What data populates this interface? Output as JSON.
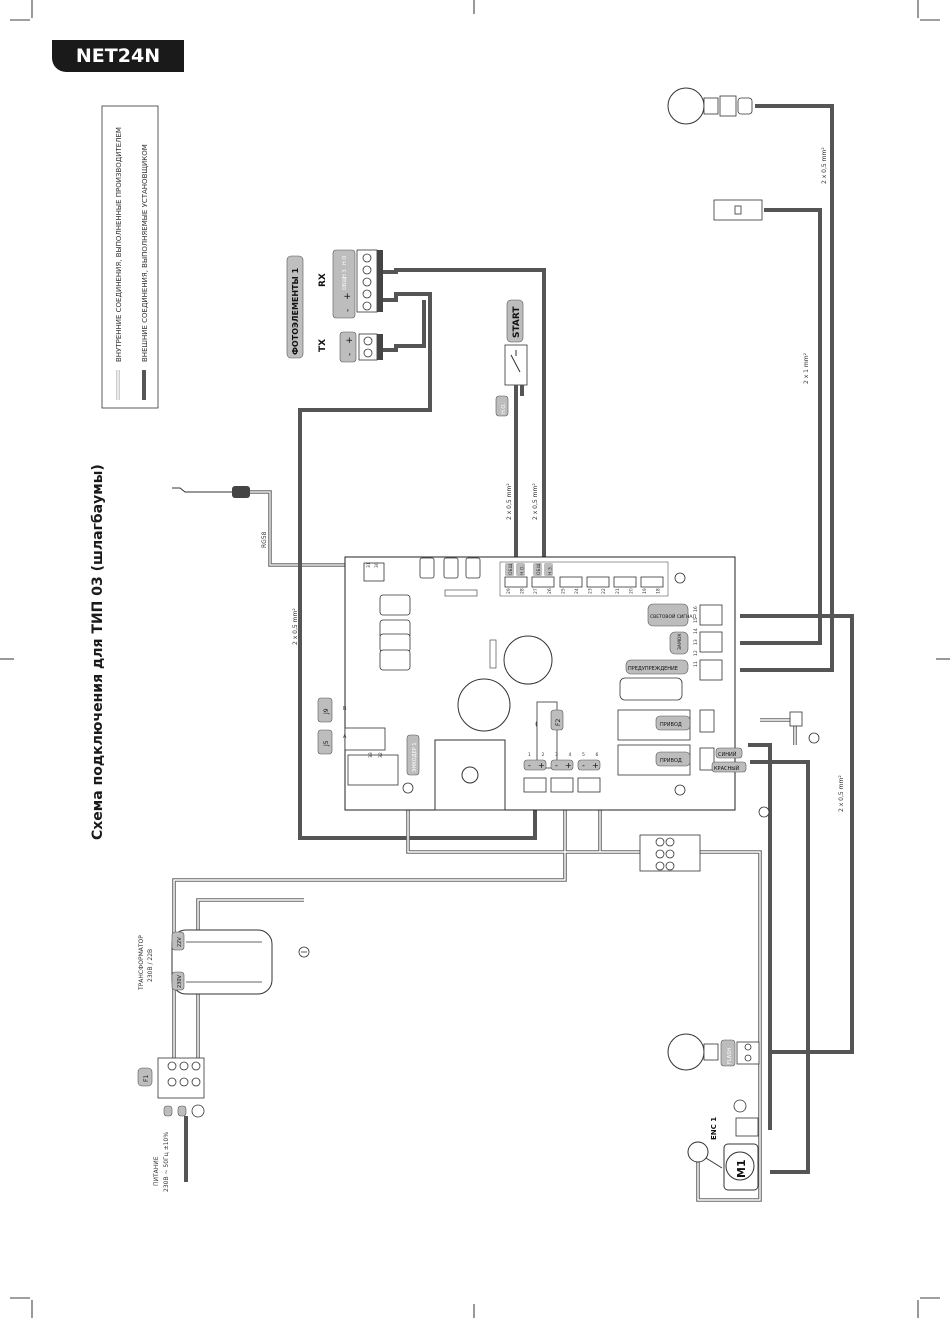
{
  "header": {
    "model": "NET24N"
  },
  "title": "Схема подключения для ТИП 03 (шлагбаумы)",
  "legend": {
    "internal": "ВНУТРЕННИЕ СОЕДИНЕНИЯ, ВЫПОЛНЕННЫЕ ПРОИЗВОДИТЕЛЕМ",
    "external": "ВНЕШНИЕ СОЕДИНЕНИЯ, ВЫПОЛНЯЕМЫЕ УСТАНОВЩИКОМ"
  },
  "photocells": {
    "title": "ФОТОЭЛЕМЕНТЫ 1",
    "rx": "RX",
    "tx": "TX",
    "no": "Н О",
    "nc": "Н З",
    "com": "ОБЩ",
    "minus": "-",
    "plus": "+"
  },
  "start": {
    "label": "START",
    "contact": "Н.О."
  },
  "antenna": {
    "cable": "RG58"
  },
  "wire_labels": {
    "w1": "2 x 0,5 mm²",
    "w2": "2 x 0,5 mm²",
    "w3": "2 x 0,5 mm²",
    "w4": "2 x 1 mm²",
    "w5": "2 x 0,5 mm²",
    "w6": "2 x 0,5 mm²"
  },
  "board": {
    "term_top": [
      "29",
      "28",
      "27",
      "26",
      "25",
      "24",
      "23",
      "22",
      "21",
      "20",
      "19",
      "18"
    ],
    "term_in_labels": [
      "ОБЩ",
      "Н.О.",
      "ОБЩ",
      "Н.З."
    ],
    "term_out": [
      "16",
      "15",
      "14",
      "13",
      "12",
      "11"
    ],
    "term_power": [
      "1",
      "2",
      "3",
      "4",
      "5",
      "6"
    ],
    "term_ant": [
      "31",
      "30"
    ],
    "term_enc": [
      "33",
      "32"
    ],
    "light_signal": "СВЕТОВОЙ СИГНАЛ",
    "lock": "ЗАМОК",
    "warning": "ПРЕДУПРЕЖДЕНИЕ",
    "drive": "ПРИВОД",
    "encoder": "ЭНКОДЕР 1",
    "fuse": "F2",
    "j9": "J9",
    "j5": "J5",
    "b": "B",
    "a": "A",
    "blue": "СИНИЙ",
    "red": "КРАСНЫЙ"
  },
  "transformer": {
    "title": "ТРАНСФОРМАТОР",
    "rating": "230В / 22В",
    "secondary": "22V",
    "primary": "230V"
  },
  "power": {
    "title": "ПИТАНИЕ",
    "spec": "230В ~ 50Гц ±10%",
    "fuse": "F1"
  },
  "lamps": {
    "flash": "FLASH",
    "ground": "⏚"
  },
  "motor": {
    "name": "M1",
    "encoder": "ENC 1"
  }
}
